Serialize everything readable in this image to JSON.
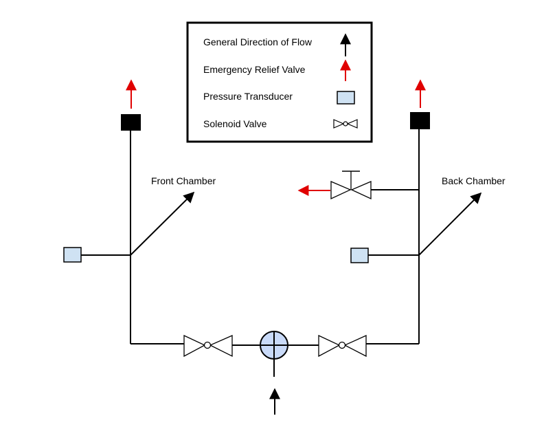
{
  "legend": {
    "items": [
      {
        "label": "General Direction of Flow",
        "symbol": "black-arrow-icon"
      },
      {
        "label": "Emergency Relief Valve",
        "symbol": "red-arrow-icon"
      },
      {
        "label": "Pressure Transducer",
        "symbol": "blue-square-icon"
      },
      {
        "label": "Solenoid Valve",
        "symbol": "bowtie-valve-icon"
      }
    ]
  },
  "labels": {
    "front_chamber": "Front Chamber",
    "back_chamber": "Back Chamber"
  },
  "colors": {
    "line": "#000000",
    "relief_arrow": "#e00000",
    "transducer_fill": "#cfe2f3",
    "pump_fill": "#c9daf8",
    "relief_valve_block": "#000000"
  }
}
